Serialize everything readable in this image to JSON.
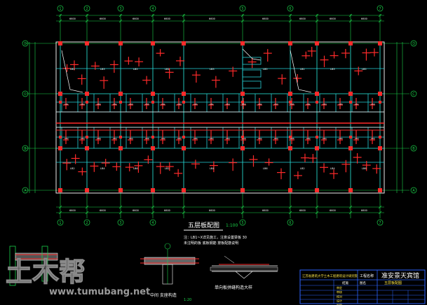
{
  "plan": {
    "title": "五层板配图",
    "scale": "1:100",
    "note_line1": "注：LB1~X详见施工，注意设置梁板 30",
    "note_line2": "未注明的板 底板钢筋 按板配筋说明",
    "axes_top": [
      "1",
      "2",
      "3",
      "4",
      "5",
      "6",
      "7"
    ],
    "axes_side": [
      "D",
      "C",
      "B",
      "A"
    ],
    "dim_top": "6600",
    "dim_side": "2400",
    "slab_labels": [
      "LB1",
      "LB2",
      "LB3",
      "LB4",
      "LB5",
      "LB6"
    ]
  },
  "details": {
    "d1_title": "中间 支座构造",
    "d1_scale": "1:20",
    "d2_title": "单向板拼缝构造大样"
  },
  "watermark": {
    "logo_text": "土木帮",
    "url": "www.tumubang.net"
  },
  "title_block": {
    "company": "江苏省建筑大学土木工程建筑设计研究院",
    "project_label": "工程名称",
    "project_name": "准安景天宾馆",
    "drawing_label": "图名",
    "drawing_name": "五层板配图",
    "sheet_no": "结施",
    "rows": [
      "审定",
      "审核",
      "校对",
      "设计",
      "制图"
    ]
  },
  "colors": {
    "background": "#000000",
    "axis": "#1bd34a",
    "beam": "#27d0d8",
    "rebar": "#ff2b2b",
    "text": "#ffffff",
    "frame": "#2d64ff",
    "hatch": "#b03090"
  }
}
